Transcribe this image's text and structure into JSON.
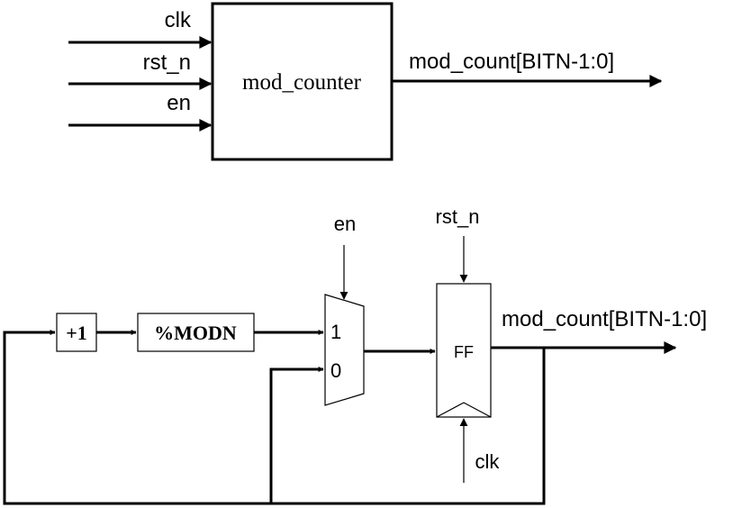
{
  "top_block": {
    "module_name": "mod_counter",
    "inputs": [
      "clk",
      "rst_n",
      "en"
    ],
    "output": "mod_count[BITN-1:0]"
  },
  "bottom_circuit": {
    "increment_label": "+1",
    "modulo_label": "%MODN",
    "mux_input_1": "1",
    "mux_input_0": "0",
    "mux_select": "en",
    "flipflop_label": "FF",
    "flipflop_reset": "rst_n",
    "flipflop_clock": "clk",
    "output": "mod_count[BITN-1:0]"
  },
  "colors": {
    "line": "#000000",
    "box_fill": "#ffffff"
  }
}
